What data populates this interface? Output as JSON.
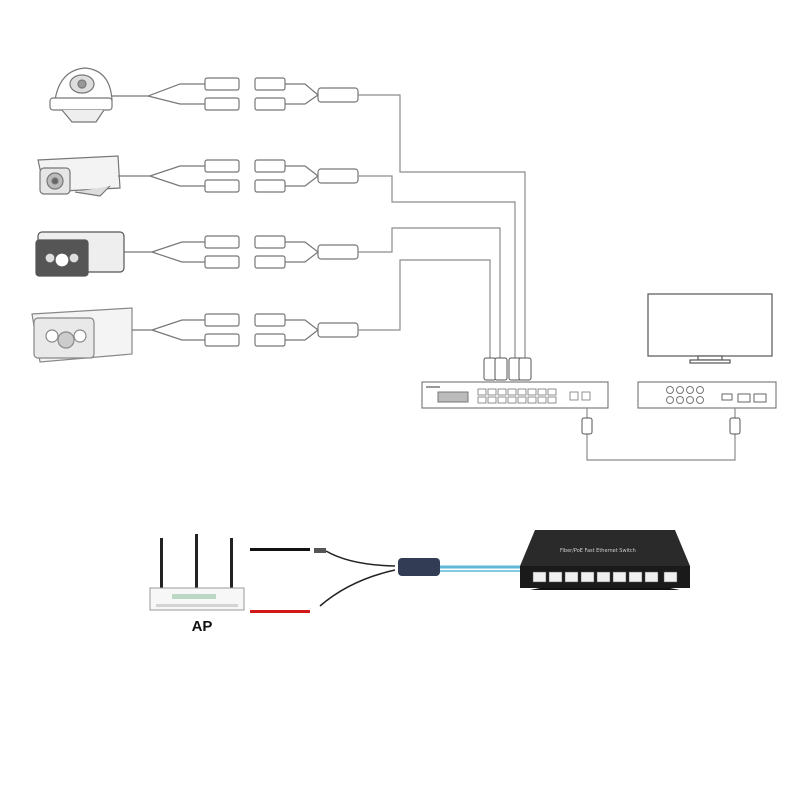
{
  "ap": {
    "label": "AP"
  },
  "poe_switch": {
    "model_text": "Fiber/PoE Fast Ethernet Switch",
    "port_count": 9
  },
  "cameras": [
    {
      "type": "dome"
    },
    {
      "type": "bullet"
    },
    {
      "type": "bullet"
    },
    {
      "type": "bullet"
    }
  ],
  "colors": {
    "line": "#8c8c8c",
    "cable_black": "#111111",
    "cable_red": "#d01818",
    "cable_blue": "#5fb8d8",
    "switch_body": "#1a1a1a"
  }
}
